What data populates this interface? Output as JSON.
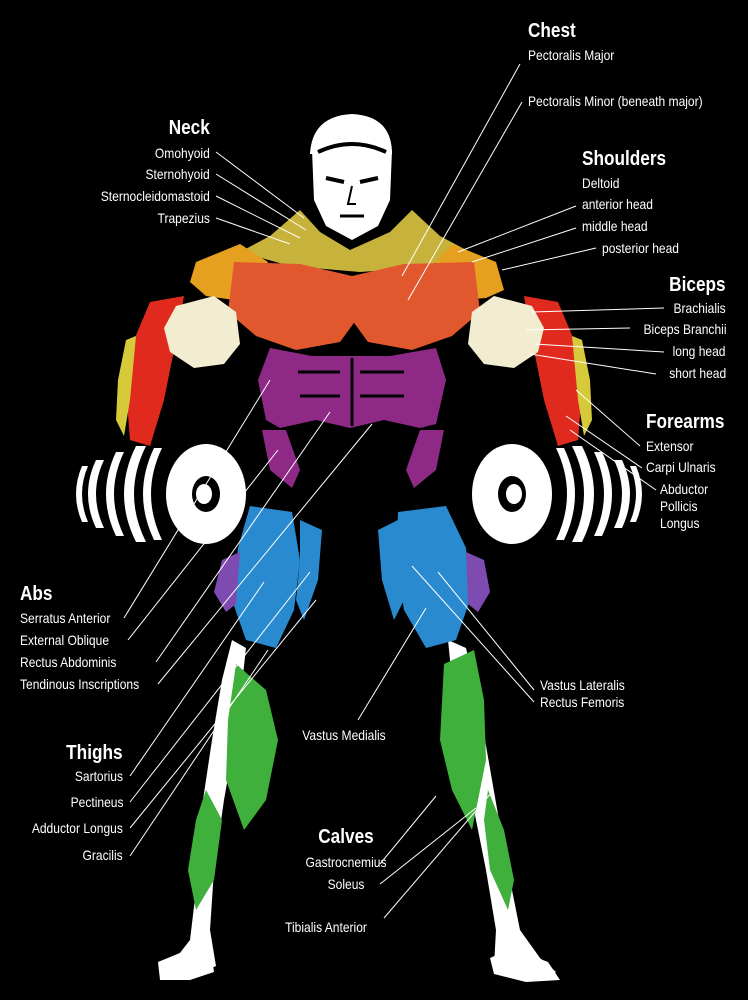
{
  "colors": {
    "background": "#000000",
    "chest": "#e2582e",
    "neck_traps": "#c7b23c",
    "shoulders": "#e6a020",
    "biceps": "#f2ecd0",
    "forearms": "#e02a1e",
    "forearm_yellow": "#d6c93a",
    "abs": "#8e2a86",
    "thighs_blue": "#2a8ad0",
    "thighs_purple": "#7e4bb0",
    "calves": "#3fb03c",
    "text": "#ffffff"
  },
  "groups": {
    "chest": {
      "title": "Chest",
      "items": [
        "Pectoralis Major",
        "Pectoralis Minor (beneath major)"
      ]
    },
    "neck": {
      "title": "Neck",
      "items": [
        "Omohyoid",
        "Sternohyoid",
        "Sternocleidomastoid",
        "Trapezius"
      ]
    },
    "shoulders": {
      "title": "Shoulders",
      "items": [
        "Deltoid",
        "anterior head",
        "middle head",
        "posterior head"
      ]
    },
    "biceps": {
      "title": "Biceps",
      "items": [
        "Brachialis",
        "Biceps Branchii",
        "long head",
        "short head"
      ]
    },
    "forearms": {
      "title": "Forearms",
      "items": [
        "Extensor",
        "Carpi Ulnaris",
        "Abductor",
        "Pollicis",
        "Longus"
      ]
    },
    "abs": {
      "title": "Abs",
      "items": [
        "Serratus Anterior",
        "External Oblique",
        "Rectus Abdominis",
        "Tendinous Inscriptions"
      ]
    },
    "thighs": {
      "title": "Thighs",
      "items": [
        "Sartorius",
        "Pectineus",
        "Adductor Longus",
        "Gracilis"
      ]
    },
    "quads": {
      "items": [
        "Vastus Lateralis",
        "Rectus Femoris"
      ]
    },
    "vastus_medialis": {
      "items": [
        "Vastus Medialis"
      ]
    },
    "calves": {
      "title": "Calves",
      "items": [
        "Gastrocnemius",
        "Soleus"
      ]
    },
    "tibialis": {
      "items": [
        "Tibialis Anterior"
      ]
    }
  }
}
